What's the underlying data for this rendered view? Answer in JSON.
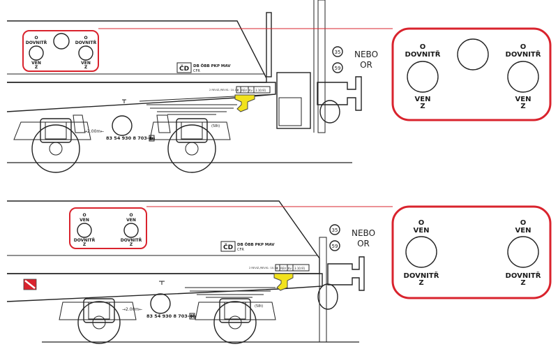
{
  "accent_color": "#d9232d",
  "highlight_color": "#f2e21c",
  "upper_panel": {
    "small": {
      "left_top": "O",
      "left_mid": "DOVNITŘ",
      "left_bot1": "VEN",
      "left_bot2": "Z",
      "right_top": "O",
      "right_mid": "DOVNITŘ",
      "right_bot1": "VEN",
      "right_bot2": "Z"
    },
    "large": {
      "left_top": "O",
      "left_mid": "DOVNITŘ",
      "left_bot1": "VEN",
      "left_bot2": "Z",
      "right_top": "O",
      "right_mid": "DOVNITŘ",
      "right_bot1": "VEN",
      "right_bot2": "Z"
    },
    "or_line1": "NEBO",
    "or_line2": "OR",
    "badge_top": "35",
    "badge_bottom": "59",
    "wagon_number": "83 54 930 8 703-4a",
    "wagon_number_box": "P",
    "distance_mark": "→2.00m←",
    "brake_mark": "(58t)",
    "operator_logo": "ČD",
    "operators_line1": "DB ÖBB PKP MAV",
    "operators_line2": "CFR",
    "revision_small": "2 REVIZ./REVIS.: 10.14",
    "rev_cells": [
      "4",
      "REV",
      "Kv",
      "3.10.91"
    ]
  },
  "lower_panel": {
    "small": {
      "left_top": "O",
      "left_mid": "VEN",
      "left_bot1": "DOVNITŘ",
      "left_bot2": "Z",
      "right_top": "O",
      "right_mid": "VEN",
      "right_bot1": "DOVNITŘ",
      "right_bot2": "Z"
    },
    "large": {
      "left_top": "O",
      "left_mid": "VEN",
      "left_bot1": "DOVNITŘ",
      "left_bot2": "Z",
      "right_top": "O",
      "right_mid": "VEN",
      "right_bot1": "DOVNITŘ",
      "right_bot2": "Z"
    },
    "or_line1": "NEBO",
    "or_line2": "OR",
    "badge_top": "35",
    "badge_bottom": "59",
    "wagon_number": "83 54 930 8 703-4b",
    "wagon_number_box": "P",
    "distance_mark": "→2.00m←",
    "brake_mark": "(58t)",
    "operator_logo": "ČD",
    "operators_line1": "DB ÖBB PKP MAV",
    "operators_line2": "CFR",
    "revision_small": "2 REVIZ./REVIS.: 10.14",
    "rev_cells": [
      "4",
      "REV",
      "Kv",
      "3.10.91"
    ]
  }
}
